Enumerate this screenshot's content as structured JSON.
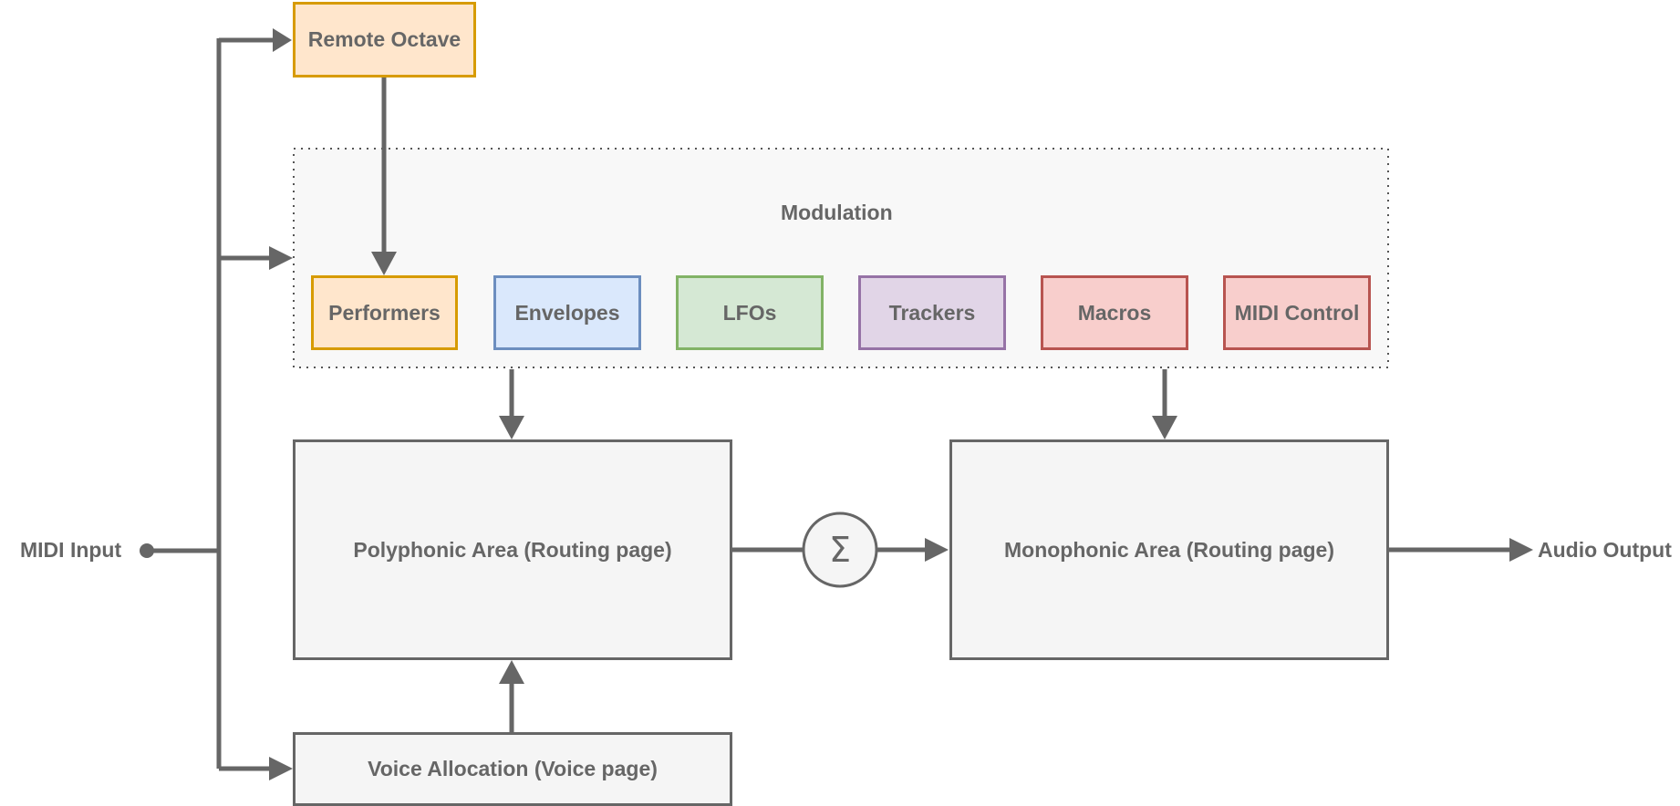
{
  "inputs": {
    "midi_input_label": "MIDI Input"
  },
  "outputs": {
    "audio_output_label": "Audio Output"
  },
  "nodes": {
    "remote_octave": "Remote Octave",
    "modulation_group": "Modulation",
    "performers": "Performers",
    "envelopes": "Envelopes",
    "lfos": "LFOs",
    "trackers": "Trackers",
    "macros": "Macros",
    "midi_control": "MIDI Control",
    "polyphonic_area": "Polyphonic Area (Routing page)",
    "monophonic_area": "Monophonic Area (Routing page)",
    "voice_allocation": "Voice Allocation (Voice page)",
    "summing_symbol": "Σ"
  },
  "colors": {
    "line": "#666666",
    "orange_fill": "#ffe6cc",
    "orange_stroke": "#d79b00",
    "blue_fill": "#dae8fc",
    "blue_stroke": "#6c8ebf",
    "green_fill": "#d5e8d4",
    "green_stroke": "#82b366",
    "purple_fill": "#e1d5e7",
    "purple_stroke": "#9673a6",
    "red_fill": "#f8cecc",
    "red_stroke": "#b85450",
    "gray_fill": "#f5f5f5",
    "group_fill": "#f8f8f8"
  }
}
